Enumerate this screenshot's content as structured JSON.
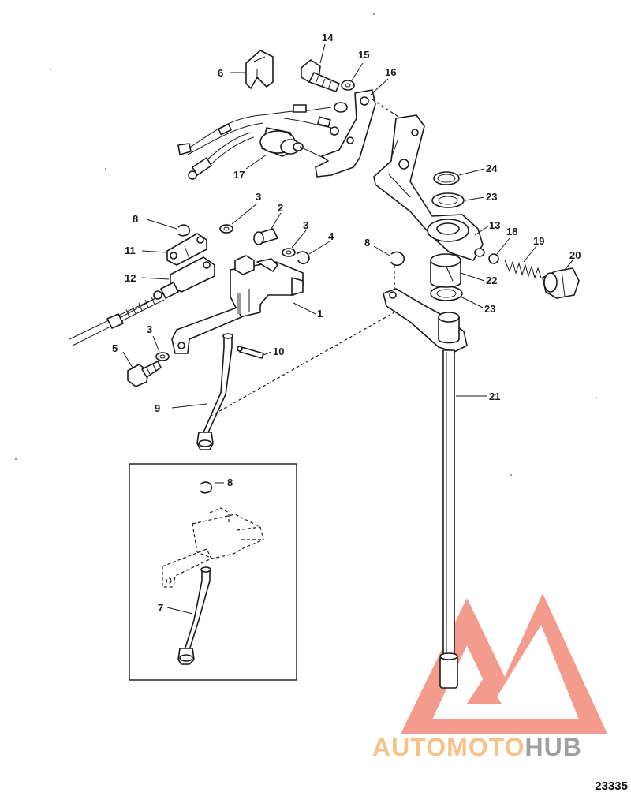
{
  "diagram": {
    "callouts": [
      "1",
      "2",
      "3",
      "3",
      "3",
      "4",
      "5",
      "6",
      "7",
      "8",
      "8",
      "8",
      "9",
      "10",
      "11",
      "12",
      "13",
      "14",
      "15",
      "16",
      "17",
      "19",
      "18",
      "20",
      "21",
      "22",
      "23",
      "23",
      "24"
    ],
    "reference_number": "23335"
  },
  "watermark": {
    "text_part1": "AUTOMOTO",
    "text_part2": "HUB",
    "colors": {
      "primary": "#f28a7a",
      "secondary": "#f6b774",
      "dark": "#8f8f8f"
    }
  }
}
